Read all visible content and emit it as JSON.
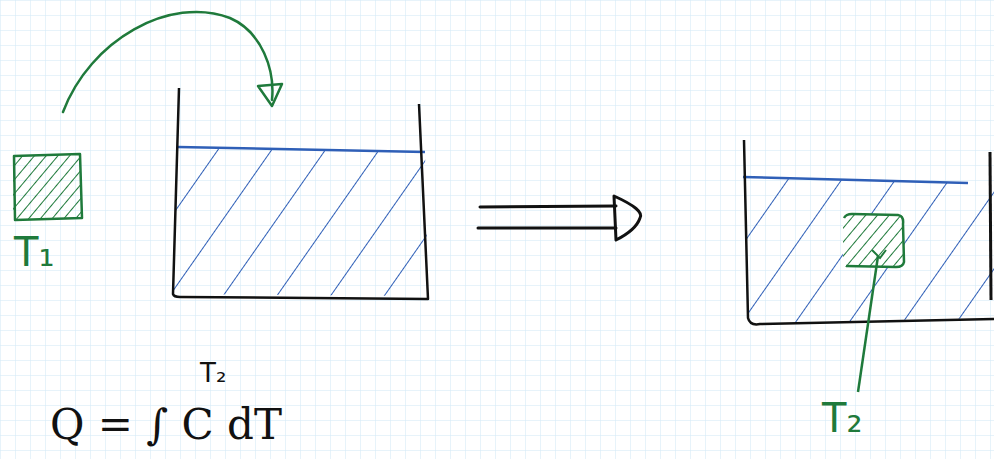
{
  "diagram": {
    "labels": [
      "T₁",
      "T₂",
      "T₂",
      "Q = ∫ C dT"
    ]
  }
}
